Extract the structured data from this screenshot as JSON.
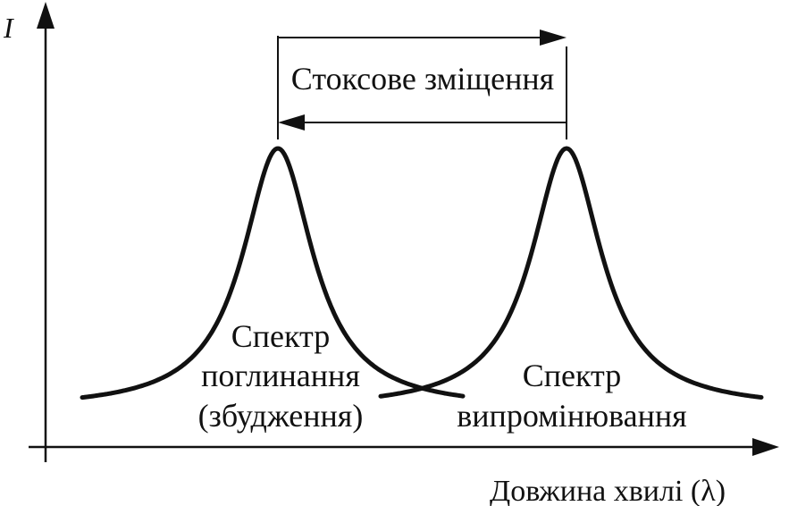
{
  "axes": {
    "y_label": "I",
    "x_label": "Довжина хвилі (λ)"
  },
  "stokes_shift": {
    "label": "Стоксове зміщення"
  },
  "absorption": {
    "line1": "Спектр",
    "line2": "поглинання",
    "line3": "(збудження)"
  },
  "emission": {
    "line1": "Спектр",
    "line2": "випромінювання"
  },
  "colors": {
    "ink": "#111111",
    "background": "#ffffff"
  }
}
